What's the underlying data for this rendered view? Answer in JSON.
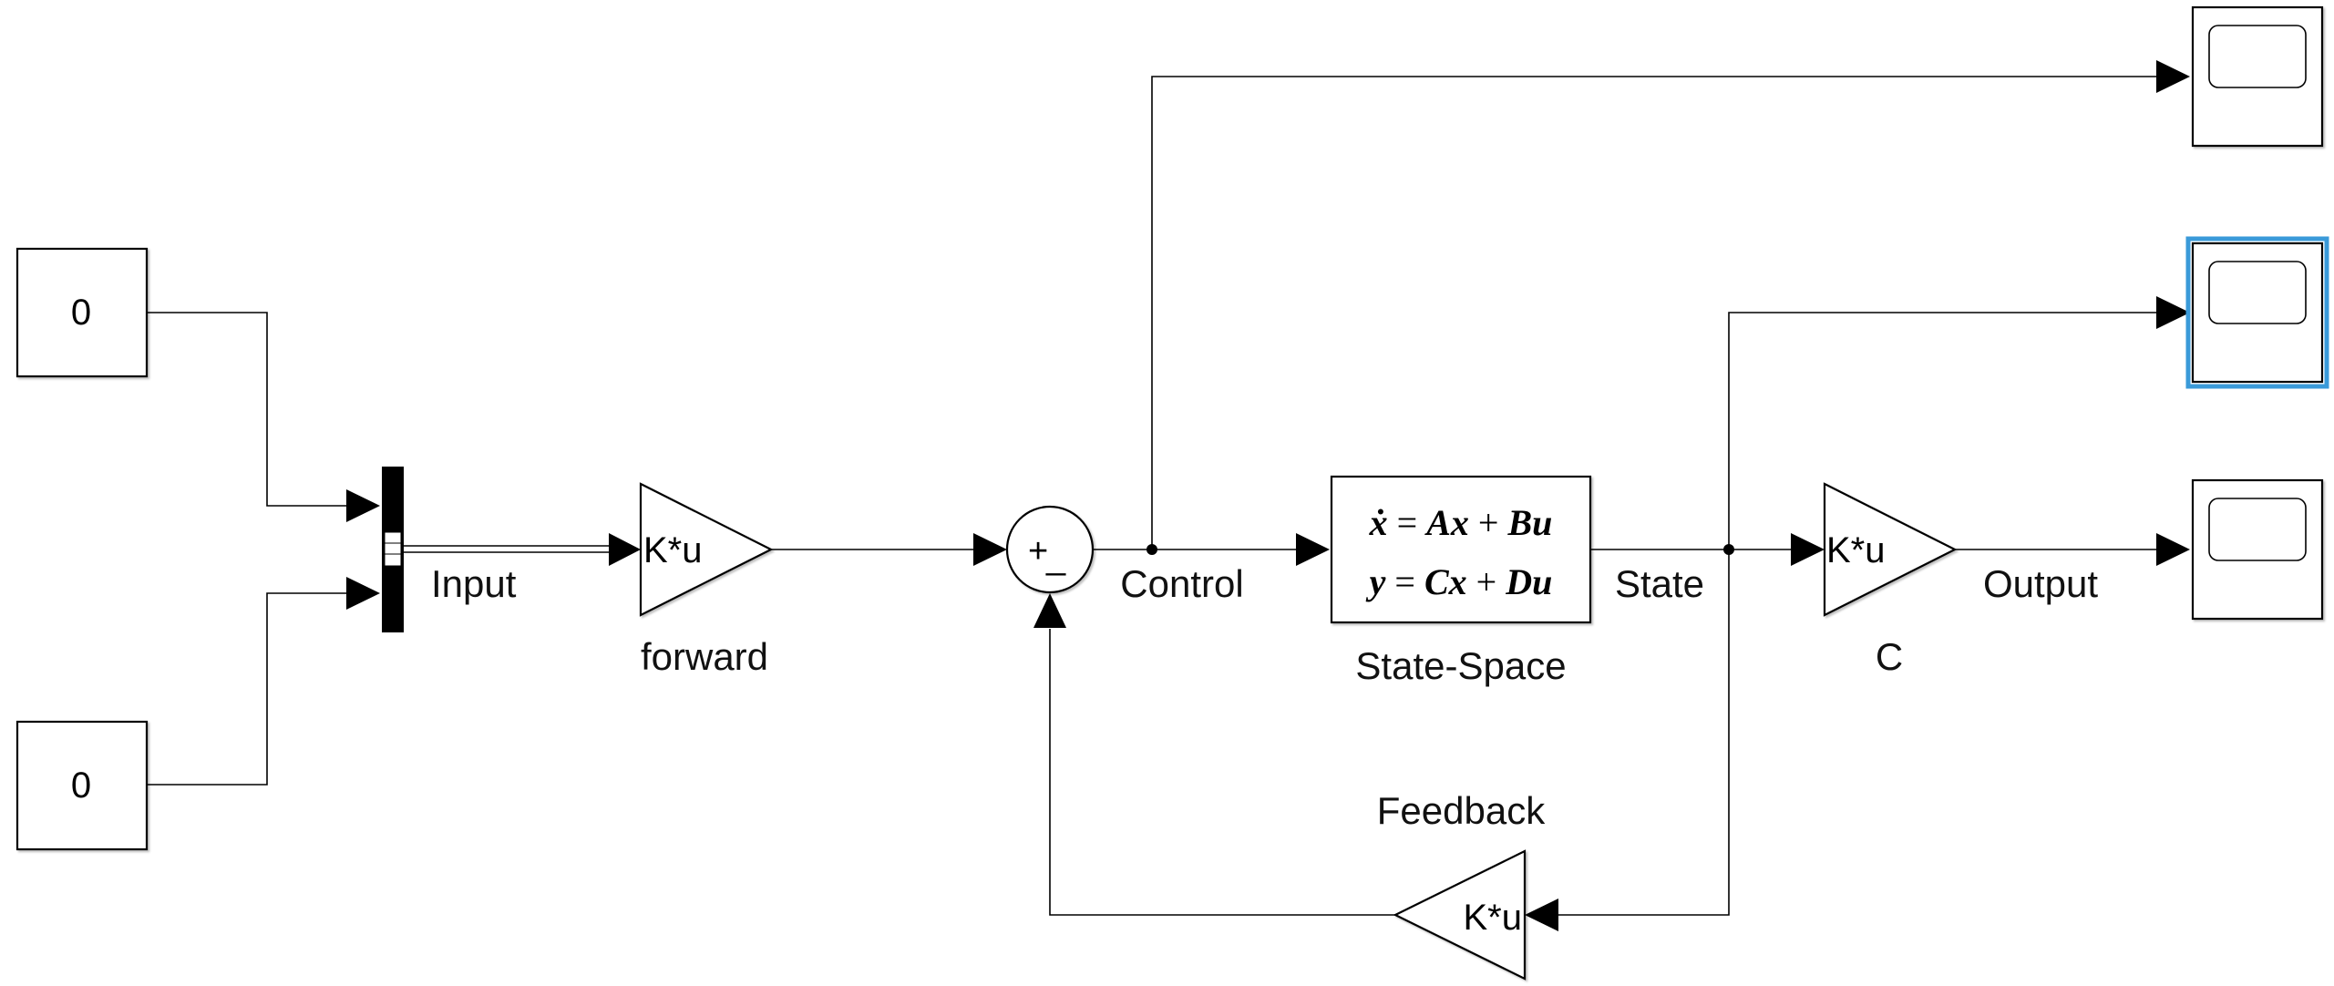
{
  "constants": [
    {
      "value": "0"
    },
    {
      "value": "0"
    }
  ],
  "signals": {
    "mux_out": "Input",
    "sum_out": "Control",
    "plant_out": "State",
    "c_out": "Output"
  },
  "gains": {
    "forward": {
      "expr": "K*u",
      "name": "forward"
    },
    "c": {
      "expr": "K*u",
      "name": "C"
    },
    "feedback": {
      "expr": "K*u",
      "name": "Feedback"
    }
  },
  "sum": {
    "plus": "+",
    "minus": "_"
  },
  "state_space": {
    "name": "State-Space",
    "eq1_lhs": "ẋ",
    "eq1_rhs_a": "A",
    "eq1_rhs_x": "x",
    "eq1_rhs_b": "B",
    "eq1_rhs_u": "u",
    "eq2_lhs": "y",
    "eq2_rhs_c": "C",
    "eq2_rhs_x": "x",
    "eq2_rhs_d": "D",
    "eq2_rhs_u": "u"
  },
  "colors": {
    "selection": "#3a9ad9",
    "line": "#000000",
    "block_fill": "#ffffff"
  }
}
